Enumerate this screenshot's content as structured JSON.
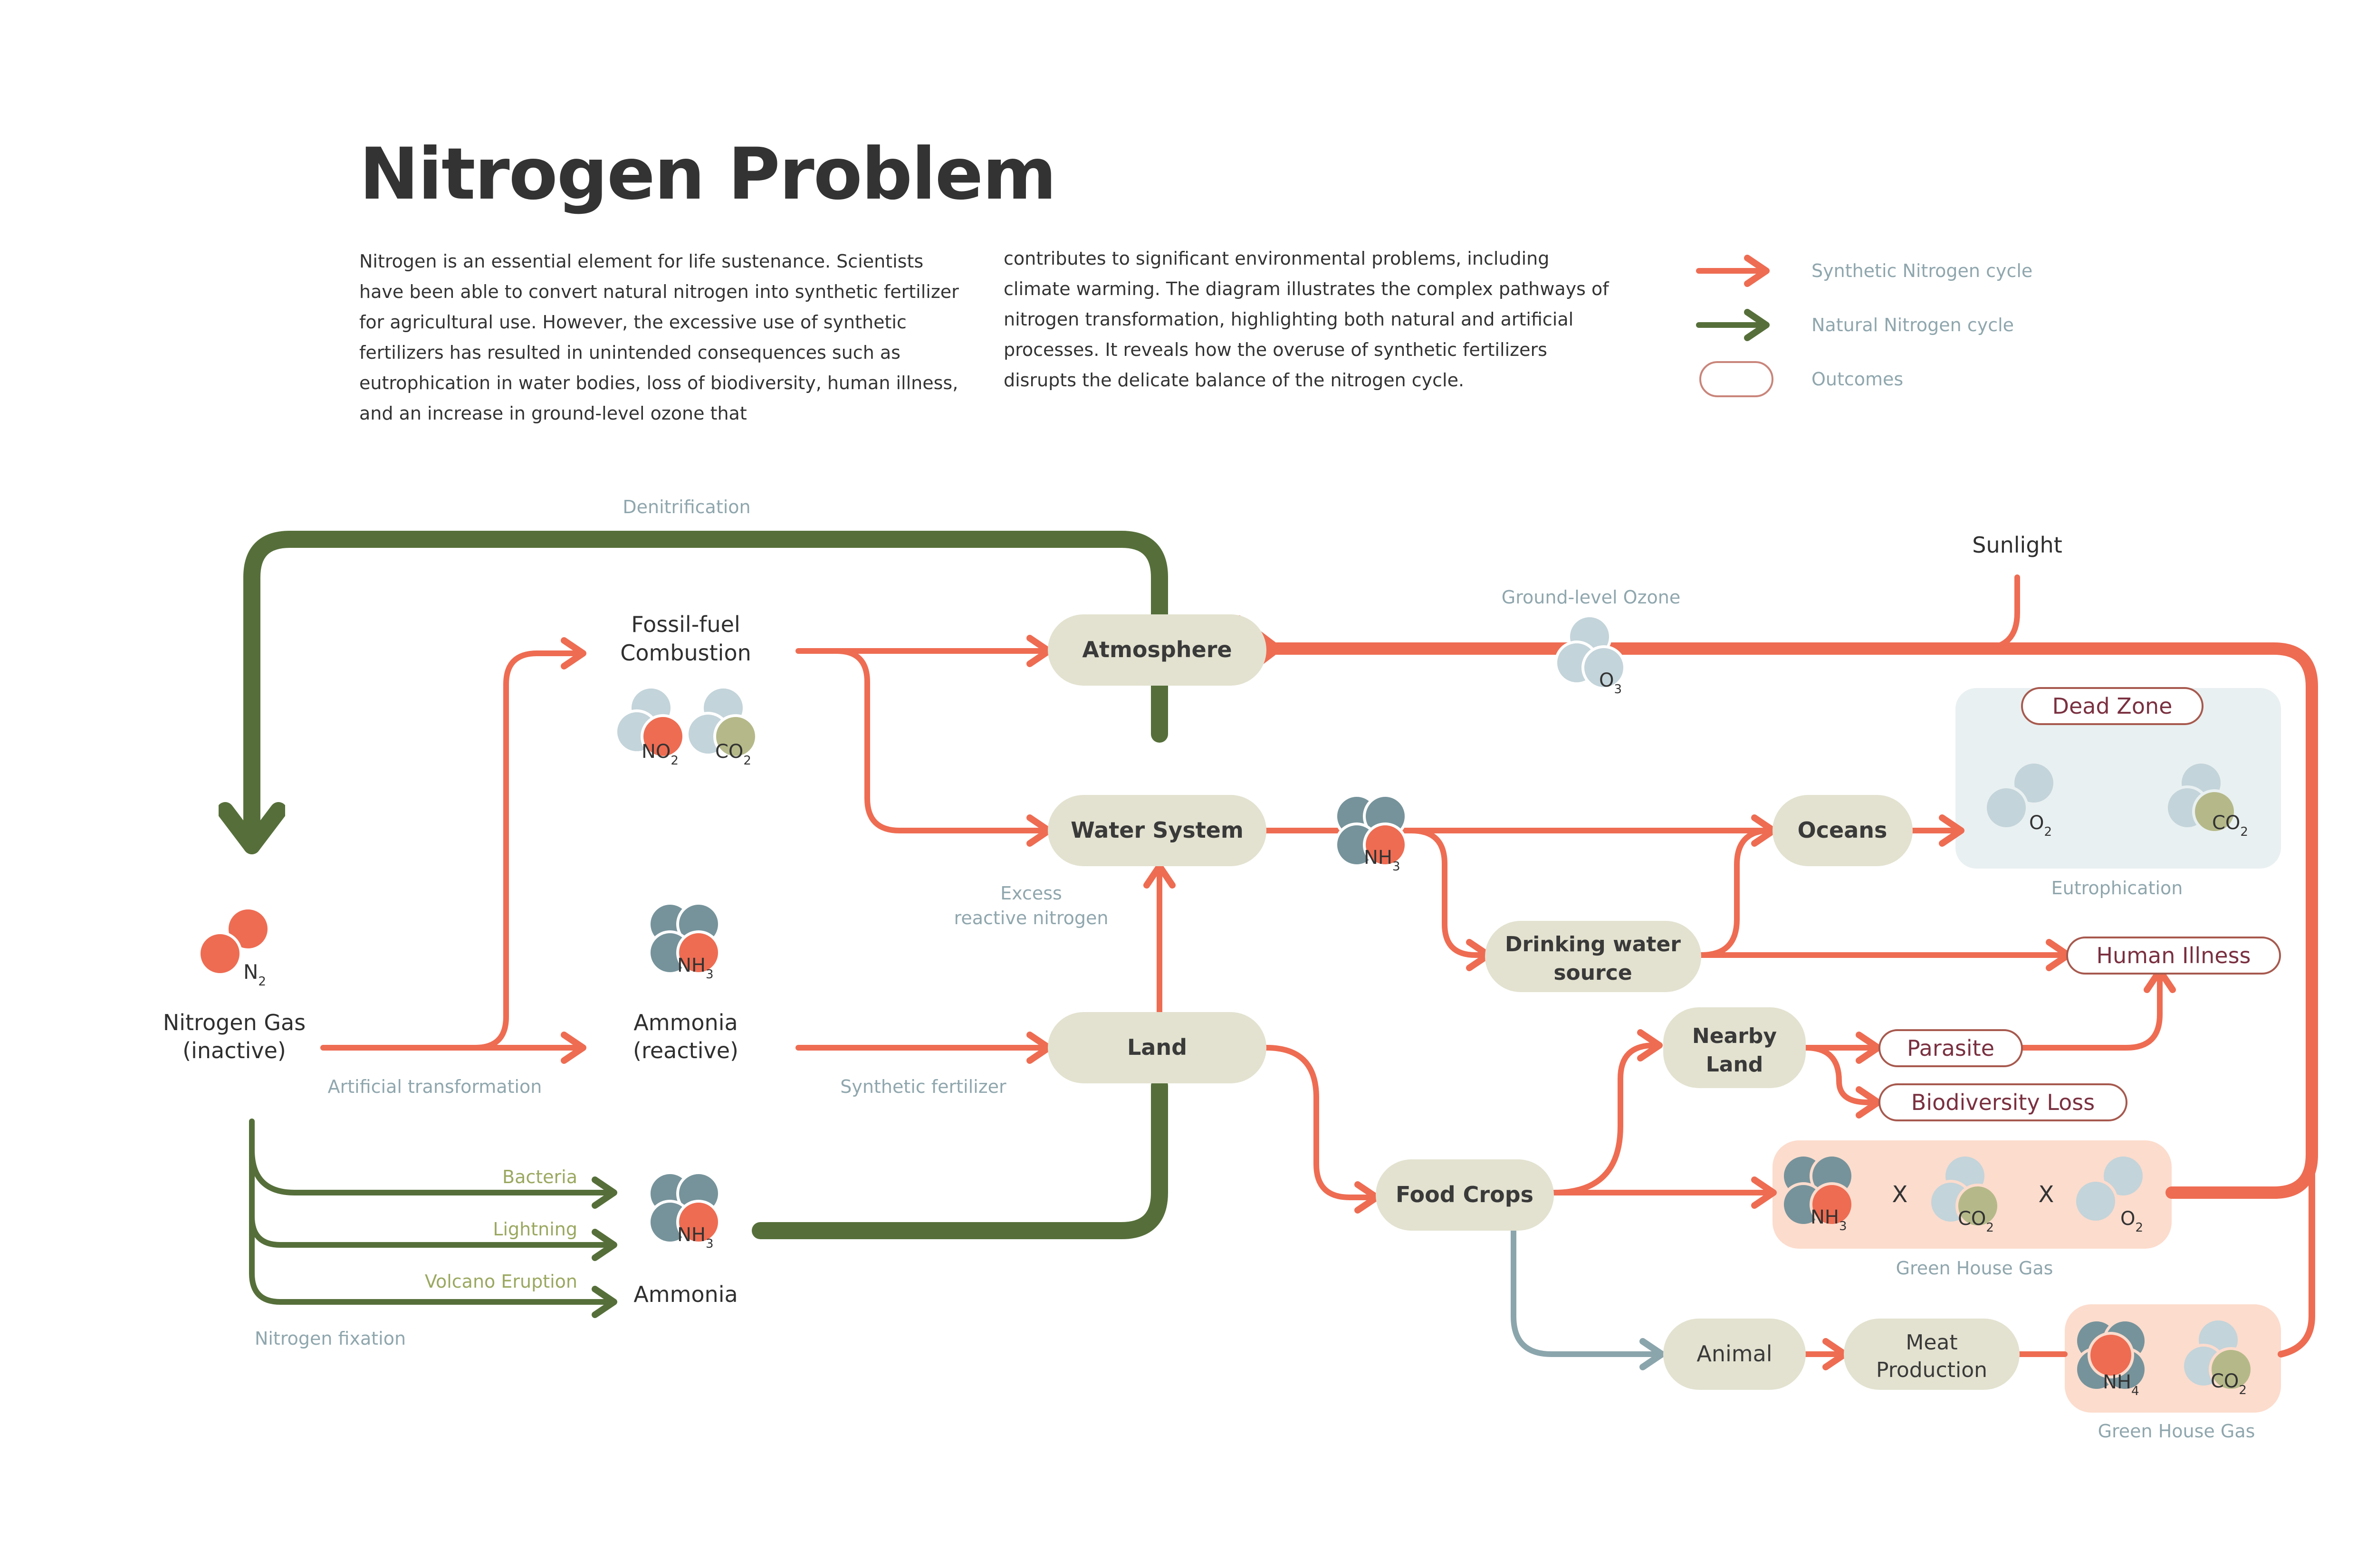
{
  "title": "Nitrogen Problem",
  "intro_left": "Nitrogen is an essential element for life sustenance. Scientists have been able to convert natural nitrogen into synthetic fertilizer for agricultural use. However, the excessive use of synthetic fertilizers has resulted in unintended consequences such as eutrophication in water bodies, loss of biodiversity, human illness, and an increase in ground-level ozone that",
  "intro_right": "contributes to significant environmental problems, including climate warming. The diagram illustrates the complex pathways of nitrogen transformation, highlighting both natural and artificial processes. It reveals how the overuse of synthetic fertilizers disrupts the delicate balance of the nitrogen cycle.",
  "legend": {
    "synthetic": "Synthetic Nitrogen cycle",
    "natural": "Natural Nitrogen cycle",
    "outcomes": "Outcomes"
  },
  "colors": {
    "synthetic": "#ee6c52",
    "natural": "#566f3a",
    "node": "#e3e2d0",
    "outcome_border": "#a7594e",
    "outcome_text": "#7a3040",
    "label": "#8fa6ad",
    "natural_label": "#9aa860",
    "ghg_bg": "#fcdccd",
    "dead_zone_bg": "#e9f0f1",
    "animal_path": "#8ba5ac"
  },
  "nodes": {
    "nitrogen_gas_1": "Nitrogen Gas",
    "nitrogen_gas_2": "(inactive)",
    "fossil_1": "Fossil-fuel",
    "fossil_2": "Combustion",
    "ammonia_reactive_1": "Ammonia",
    "ammonia_reactive_2": "(reactive)",
    "ammonia": "Ammonia",
    "atmosphere": "Atmosphere",
    "water_system": "Water System",
    "land": "Land",
    "oceans": "Oceans",
    "drinking_1": "Drinking water",
    "drinking_2": "source",
    "nearby_1": "Nearby",
    "nearby_2": "Land",
    "food_crops": "Food Crops",
    "animal": "Animal",
    "meat_1": "Meat",
    "meat_2": "Production",
    "sunlight": "Sunlight"
  },
  "outcomes": {
    "dead_zone": "Dead Zone",
    "human_illness": "Human Illness",
    "parasite": "Parasite",
    "biodiversity_loss": "Biodiversity Loss"
  },
  "labels": {
    "denitrification": "Denitrification",
    "ground_ozone": "Ground-level Ozone",
    "excess_1": "Excess",
    "excess_2": "reactive nitrogen",
    "artificial": "Artificial transformation",
    "synthetic_fertilizer": "Synthetic fertilizer",
    "bacteria": "Bacteria",
    "lightning": "Lightning",
    "volcano": "Volcano Eruption",
    "fixation": "Nitrogen fixation",
    "eutrophication": "Eutrophication",
    "ghg_1": "Green House Gas",
    "ghg_2": "Green House Gas",
    "x1": "X",
    "x2": "X"
  },
  "molecules": {
    "n2": {
      "base": "N",
      "sub": "2"
    },
    "no2": {
      "base": "NO",
      "sub": "2"
    },
    "co2": {
      "base": "CO",
      "sub": "2"
    },
    "nh3": {
      "base": "NH",
      "sub": "3"
    },
    "o3": {
      "base": "O",
      "sub": "3"
    },
    "o2": {
      "base": "O",
      "sub": "2"
    },
    "nh4": {
      "base": "NH",
      "sub": "4"
    }
  }
}
